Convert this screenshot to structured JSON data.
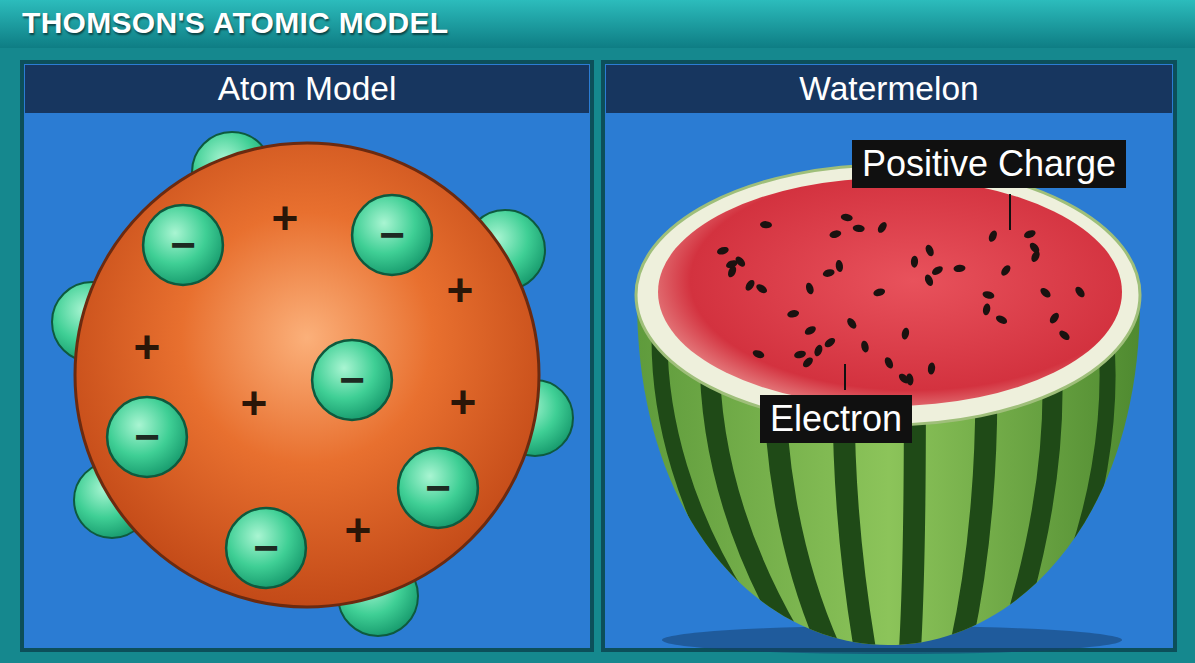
{
  "diagram": {
    "title": "THOMSON'S ATOMIC MODEL",
    "nodes": [
      {
        "text": [
          "Atom Model"
        ]
      },
      {
        "text": [
          "Watermelon"
        ]
      },
      {
        "text": [
          "−"
        ],
        "in": 0
      },
      {
        "text": [
          "−"
        ],
        "in": 0
      },
      {
        "text": [
          "−"
        ],
        "in": 0
      },
      {
        "text": [
          "−"
        ],
        "in": 0
      },
      {
        "text": [
          "−"
        ],
        "in": 0
      },
      {
        "text": [
          "−"
        ],
        "in": 0
      }
    ],
    "labels": [
      "+",
      "+",
      "+",
      "+",
      "+",
      "+",
      "Positive Charge",
      "Electron"
    ]
  }
}
